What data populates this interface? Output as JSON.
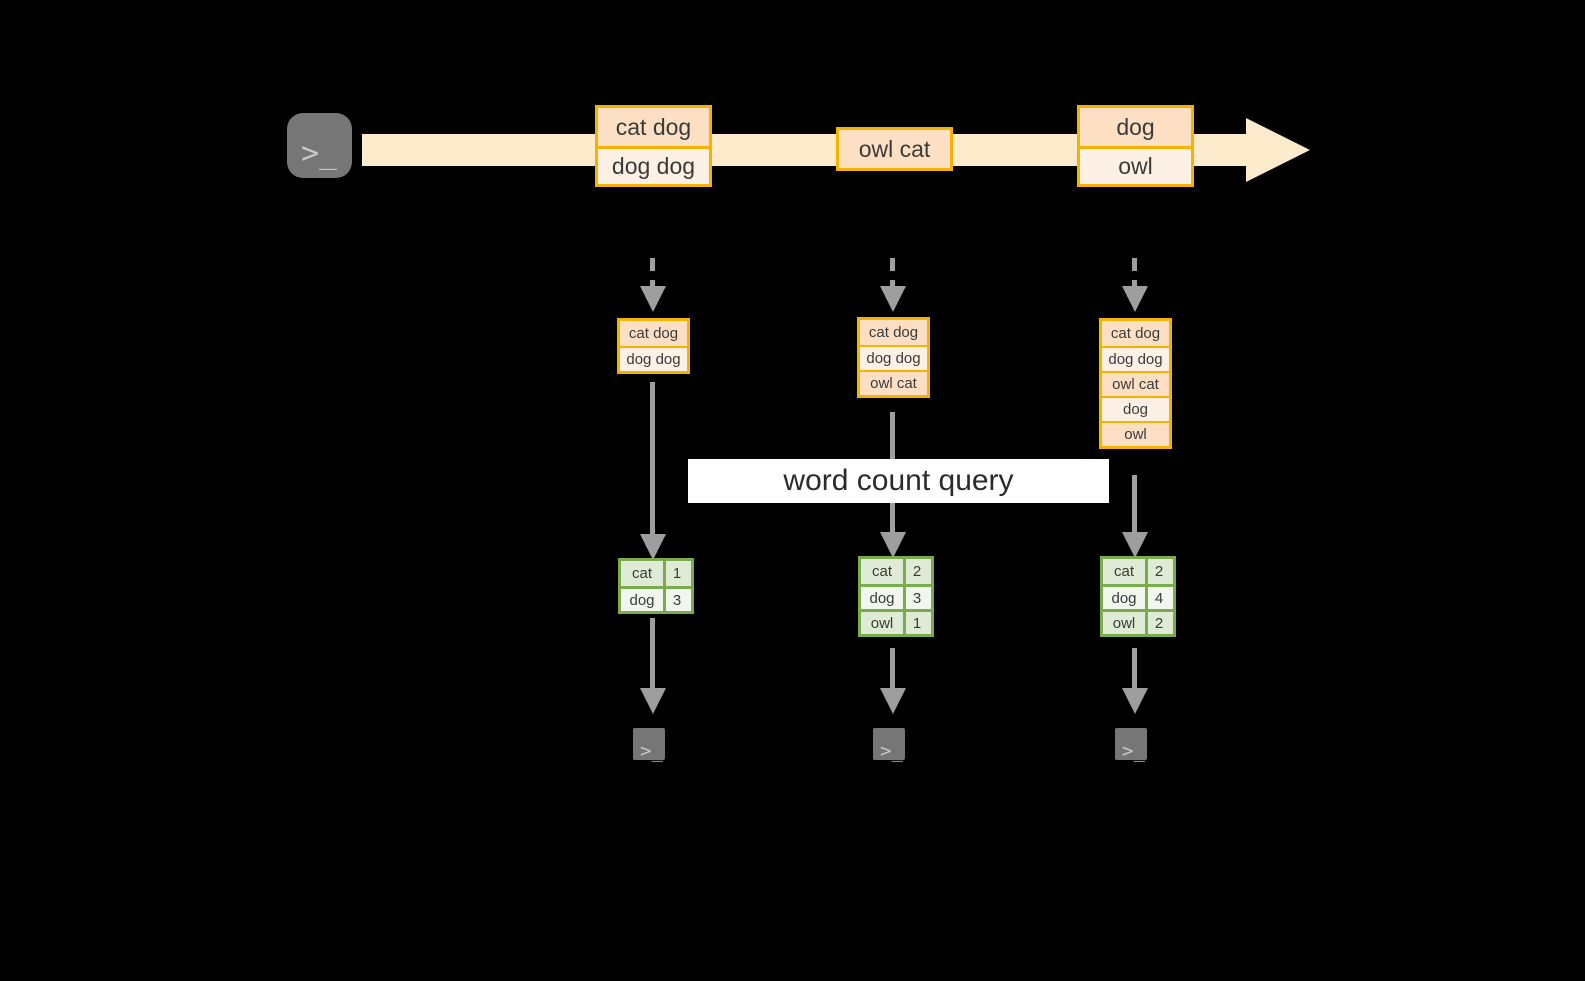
{
  "diagram": {
    "title": "word count query",
    "colors": {
      "background": "#000000",
      "stream_band": "#FDEBCB",
      "event_border": "#F5B300",
      "event_fill_dark": "#FDE0C4",
      "event_fill_light": "#FDF1E6",
      "result_border": "#7AAB4F",
      "result_fill_dark": "#E0EBD5",
      "result_fill_light": "#F2F7EE",
      "connector": "#9E9E9E",
      "terminal_fill": "#767676",
      "terminal_glyph": "#C9C9C9",
      "label_background": "#FFFFFF"
    }
  },
  "source": {
    "icon": "terminal-icon",
    "glyph": ">_"
  },
  "stream": {
    "arrow": "stream-arrow-right",
    "events": [
      {
        "id": "event-group-1",
        "lines": [
          {
            "text": "cat dog",
            "shade": "dark"
          },
          {
            "text": "dog dog",
            "shade": "light"
          }
        ]
      },
      {
        "id": "event-group-2",
        "lines": [
          {
            "text": "owl cat",
            "shade": "dark"
          }
        ]
      },
      {
        "id": "event-group-3",
        "lines": [
          {
            "text": "dog",
            "shade": "dark"
          },
          {
            "text": "owl",
            "shade": "light"
          }
        ]
      }
    ]
  },
  "query_label": "word count query",
  "snapshots": [
    {
      "id": "snapshot-1",
      "accumulated": [
        {
          "text": "cat dog",
          "shade": "dark"
        },
        {
          "text": "dog dog",
          "shade": "light"
        }
      ],
      "result": {
        "rows": [
          {
            "word": "cat",
            "count": "1",
            "shade": "dark"
          },
          {
            "word": "dog",
            "count": "3",
            "shade": "light"
          }
        ]
      },
      "sink": {
        "icon": "terminal-icon",
        "glyph": ">_"
      }
    },
    {
      "id": "snapshot-2",
      "accumulated": [
        {
          "text": "cat dog",
          "shade": "dark"
        },
        {
          "text": "dog dog",
          "shade": "light"
        },
        {
          "text": "owl cat",
          "shade": "dark"
        }
      ],
      "result": {
        "rows": [
          {
            "word": "cat",
            "count": "2",
            "shade": "dark"
          },
          {
            "word": "dog",
            "count": "3",
            "shade": "light"
          },
          {
            "word": "owl",
            "count": "1",
            "shade": "dark"
          }
        ]
      },
      "sink": {
        "icon": "terminal-icon",
        "glyph": ">_"
      }
    },
    {
      "id": "snapshot-3",
      "accumulated": [
        {
          "text": "cat dog",
          "shade": "dark"
        },
        {
          "text": "dog dog",
          "shade": "light"
        },
        {
          "text": "owl cat",
          "shade": "dark"
        },
        {
          "text": "dog",
          "shade": "light"
        },
        {
          "text": "owl",
          "shade": "dark"
        }
      ],
      "result": {
        "rows": [
          {
            "word": "cat",
            "count": "2",
            "shade": "dark"
          },
          {
            "word": "dog",
            "count": "4",
            "shade": "light"
          },
          {
            "word": "owl",
            "count": "2",
            "shade": "dark"
          }
        ]
      },
      "sink": {
        "icon": "terminal-icon",
        "glyph": ">_"
      }
    }
  ]
}
